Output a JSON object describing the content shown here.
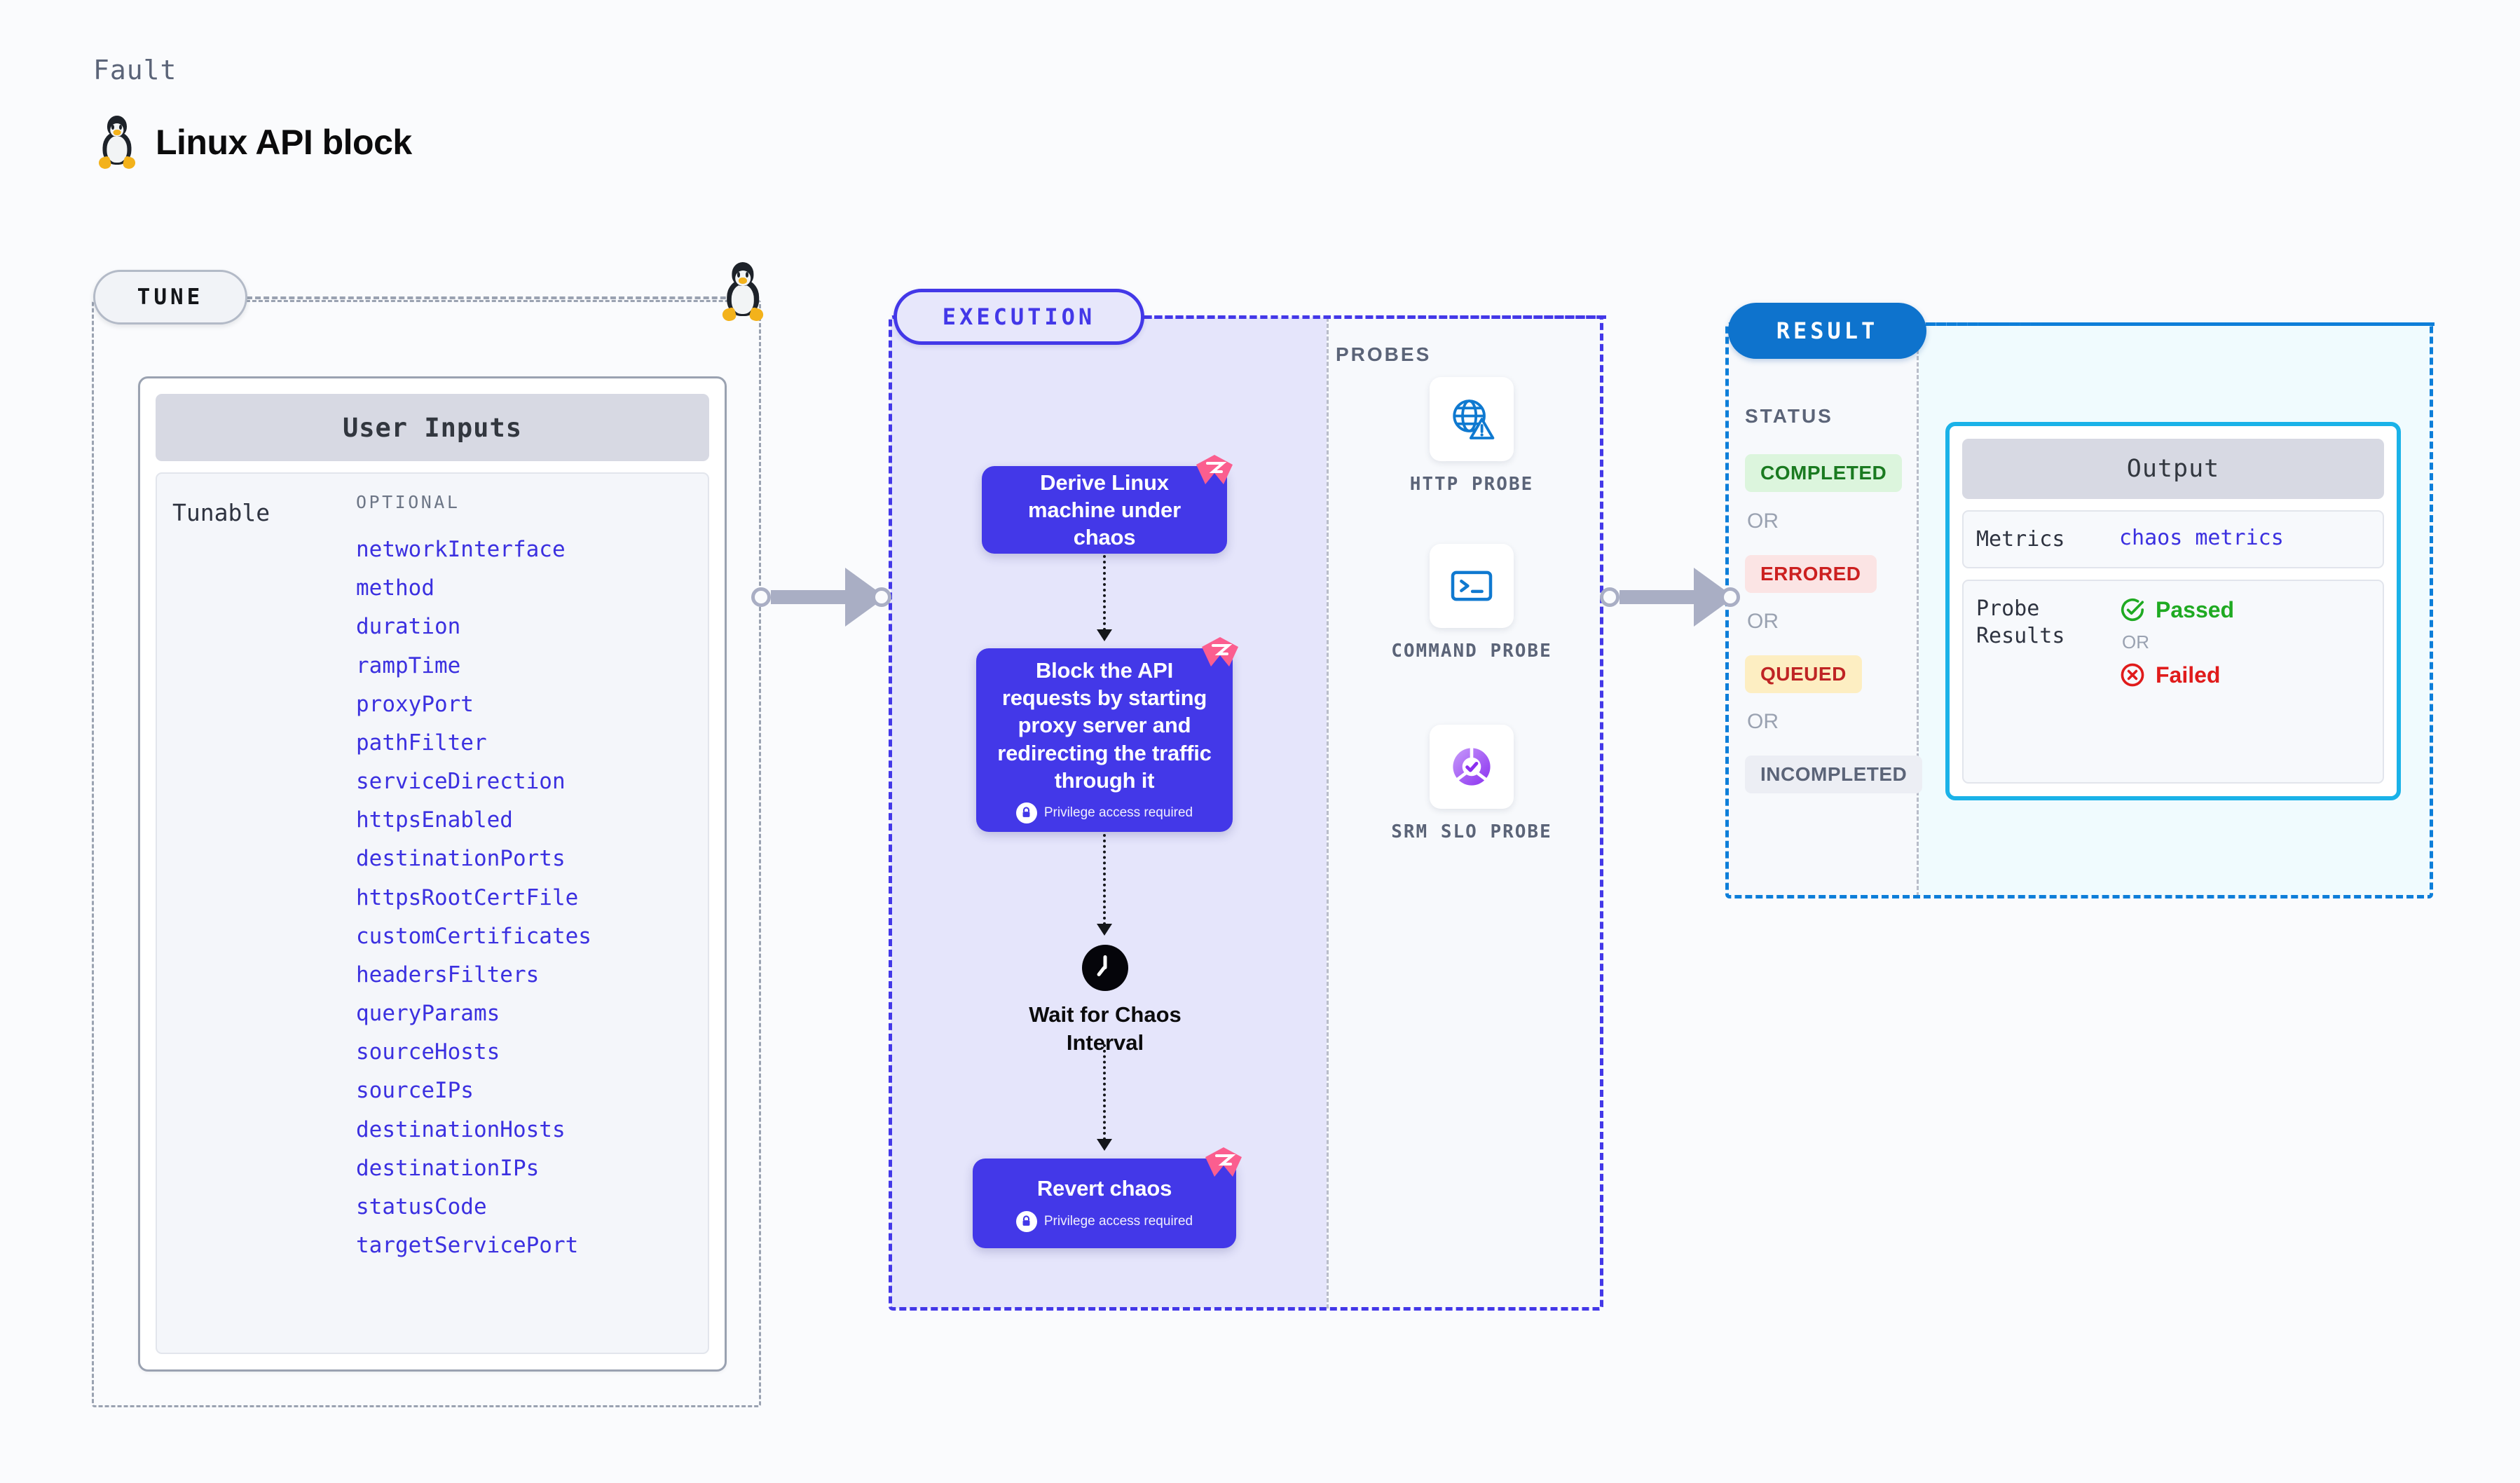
{
  "header": {
    "kicker": "Fault",
    "title": "Linux API block",
    "icon": "tux-penguin-icon"
  },
  "tune": {
    "pill_label": "TUNE",
    "line_icon": "tux-penguin-icon",
    "card": {
      "header": "User Inputs",
      "row_label": "Tunable",
      "group_title": "OPTIONAL",
      "items": [
        "networkInterface",
        "method",
        "duration",
        "rampTime",
        "proxyPort",
        "pathFilter",
        "serviceDirection",
        "httpsEnabled",
        "destinationPorts",
        "httpsRootCertFile",
        "customCertificates",
        "headersFilters",
        "queryParams",
        "sourceHosts",
        "sourceIPs",
        "destinationHosts",
        "destinationIPs",
        "statusCode",
        "targetServicePort"
      ]
    }
  },
  "execution": {
    "pill_label": "EXECUTION",
    "privilege_note": "Privilege access required",
    "nodes": [
      {
        "text": "Derive Linux machine under chaos",
        "privileged": false,
        "badge": "litmus-logo-icon"
      },
      {
        "text": "Block the API requests by starting proxy server and redirecting the traffic through it",
        "privileged": true,
        "badge": "litmus-logo-icon"
      },
      {
        "text": "Revert chaos",
        "privileged": true,
        "badge": "litmus-logo-icon"
      }
    ],
    "wait": {
      "label": "Wait for Chaos Interval",
      "icon": "clock-icon"
    }
  },
  "probes": {
    "title": "PROBES",
    "items": [
      {
        "label": "HTTP PROBE",
        "icon": "globe-warning-icon"
      },
      {
        "label": "COMMAND PROBE",
        "icon": "terminal-icon"
      },
      {
        "label": "SRM SLO PROBE",
        "icon": "slo-gauge-check-icon"
      }
    ]
  },
  "result": {
    "pill_label": "RESULT",
    "status_title": "STATUS",
    "or_label": "OR",
    "statuses": [
      {
        "label": "COMPLETED",
        "bg": "#dcf5dd",
        "fg": "#1a7a20"
      },
      {
        "label": "ERRORED",
        "bg": "#fbe4e4",
        "fg": "#cc2020"
      },
      {
        "label": "QUEUED",
        "bg": "#fdeec2",
        "fg": "#bf2424"
      },
      {
        "label": "INCOMPLETED",
        "bg": "#eceef4",
        "fg": "#5b6478"
      }
    ],
    "output": {
      "header": "Output",
      "metrics_key": "Metrics",
      "metrics_value": "chaos metrics",
      "probe_key": "Probe Results",
      "passed_label": "Passed",
      "failed_label": "Failed",
      "or_label": "OR",
      "passed_icon": "check-circle-icon",
      "failed_icon": "x-circle-icon"
    }
  },
  "colors": {
    "accent_purple": "#4338e8",
    "accent_blue": "#0e73cd",
    "accent_cyan": "#1ab2e8",
    "litmus_pink": "#fb5e8f",
    "code_text": "#3b30e0",
    "muted": "#5b6478"
  }
}
